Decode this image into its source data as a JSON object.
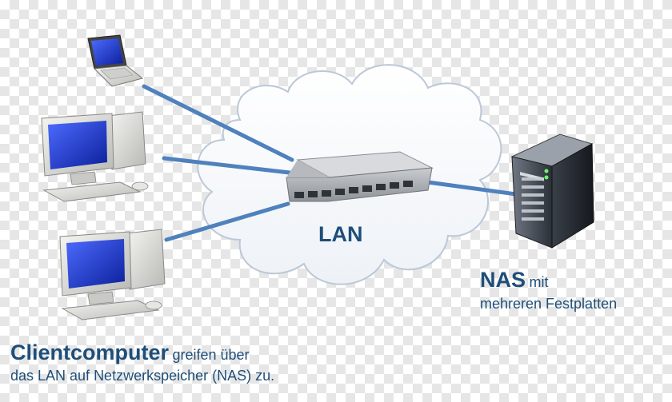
{
  "diagram": {
    "network_label": "LAN",
    "nas": {
      "title": "NAS",
      "title_suffix": "mit",
      "description": "mehreren Festplatten"
    },
    "clients": {
      "title": "Clientcomputer",
      "title_suffix": "greifen über",
      "description": "das LAN auf Netzwerkspeicher (NAS) zu."
    },
    "colors": {
      "link_line": "#4f81bd",
      "text": "#1f4e79",
      "cloud_stroke": "#bcc8d8",
      "screen": "#1f3fb8"
    }
  }
}
